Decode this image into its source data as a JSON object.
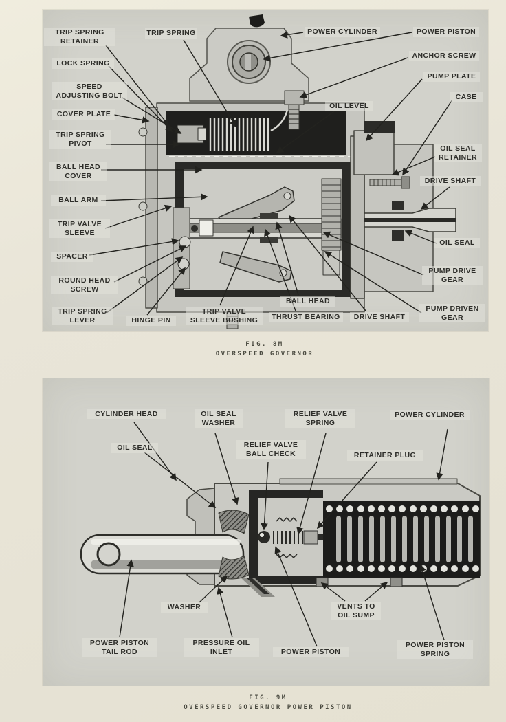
{
  "colors": {
    "paper": "#e9e5d8",
    "photo_panel": "#d2d2cb",
    "label_ink": "#2e2e2a",
    "drawing_dark": "#1d1d1b",
    "drawing_light": "#c6c6c0"
  },
  "fig8m": {
    "caption": "FIG. 8M\nOVERSPEED GOVERNOR",
    "labels": [
      {
        "id": "trip-spring-retainer",
        "text": "TRIP SPRING\nRETAINER"
      },
      {
        "id": "trip-spring",
        "text": "TRIP SPRING"
      },
      {
        "id": "power-cylinder",
        "text": "POWER CYLINDER"
      },
      {
        "id": "power-piston",
        "text": "POWER PISTON"
      },
      {
        "id": "lock-spring",
        "text": "LOCK SPRING"
      },
      {
        "id": "anchor-screw",
        "text": "ANCHOR SCREW"
      },
      {
        "id": "speed-adjusting-bolt",
        "text": "SPEED\nADJUSTING BOLT"
      },
      {
        "id": "pump-plate",
        "text": "PUMP PLATE"
      },
      {
        "id": "cover-plate",
        "text": "COVER PLATE"
      },
      {
        "id": "case",
        "text": "CASE"
      },
      {
        "id": "oil-level",
        "text": "OIL LEVEL"
      },
      {
        "id": "trip-spring-pivot",
        "text": "TRIP SPRING\nPIVOT"
      },
      {
        "id": "oil-seal-retainer",
        "text": "OIL SEAL\nRETAINER"
      },
      {
        "id": "ball-head-cover",
        "text": "BALL HEAD\nCOVER"
      },
      {
        "id": "drive-shaft-right",
        "text": "DRIVE SHAFT"
      },
      {
        "id": "ball-arm",
        "text": "BALL ARM"
      },
      {
        "id": "trip-valve-sleeve",
        "text": "TRIP VALVE\nSLEEVE"
      },
      {
        "id": "oil-seal-right",
        "text": "OIL SEAL"
      },
      {
        "id": "spacer",
        "text": "SPACER"
      },
      {
        "id": "pump-drive-gear",
        "text": "PUMP DRIVE\nGEAR"
      },
      {
        "id": "round-head-screw",
        "text": "ROUND HEAD\nSCREW"
      },
      {
        "id": "pump-driven-gear",
        "text": "PUMP DRIVEN\nGEAR"
      },
      {
        "id": "trip-spring-lever",
        "text": "TRIP SPRING\nLEVER"
      },
      {
        "id": "hinge-pin",
        "text": "HINGE PIN"
      },
      {
        "id": "trip-valve-sleeve-bushing",
        "text": "TRIP VALVE\nSLEEVE BUSHING"
      },
      {
        "id": "ball-head",
        "text": "BALL HEAD"
      },
      {
        "id": "thrust-bearing",
        "text": "THRUST BEARING"
      },
      {
        "id": "drive-shaft-bottom",
        "text": "DRIVE SHAFT"
      }
    ]
  },
  "fig9m": {
    "caption": "FIG. 9M\nOVERSPEED GOVERNOR POWER PISTON",
    "labels": [
      {
        "id": "cylinder-head",
        "text": "CYLINDER HEAD"
      },
      {
        "id": "oil-seal-washer",
        "text": "OIL SEAL\nWASHER"
      },
      {
        "id": "relief-valve-spring",
        "text": "RELIEF VALVE\nSPRING"
      },
      {
        "id": "power-cylinder",
        "text": "POWER CYLINDER"
      },
      {
        "id": "oil-seal",
        "text": "OIL SEAL"
      },
      {
        "id": "relief-valve-ball-check",
        "text": "RELIEF VALVE\nBALL CHECK"
      },
      {
        "id": "retainer-plug",
        "text": "RETAINER PLUG"
      },
      {
        "id": "washer",
        "text": "WASHER"
      },
      {
        "id": "vents-to-oil-sump",
        "text": "VENTS TO\nOIL SUMP"
      },
      {
        "id": "power-piston-tail-rod",
        "text": "POWER PISTON\nTAIL ROD"
      },
      {
        "id": "pressure-oil-inlet",
        "text": "PRESSURE OIL\nINLET"
      },
      {
        "id": "power-piston",
        "text": "POWER PISTON"
      },
      {
        "id": "power-piston-spring",
        "text": "POWER PISTON\nSPRING"
      }
    ]
  }
}
